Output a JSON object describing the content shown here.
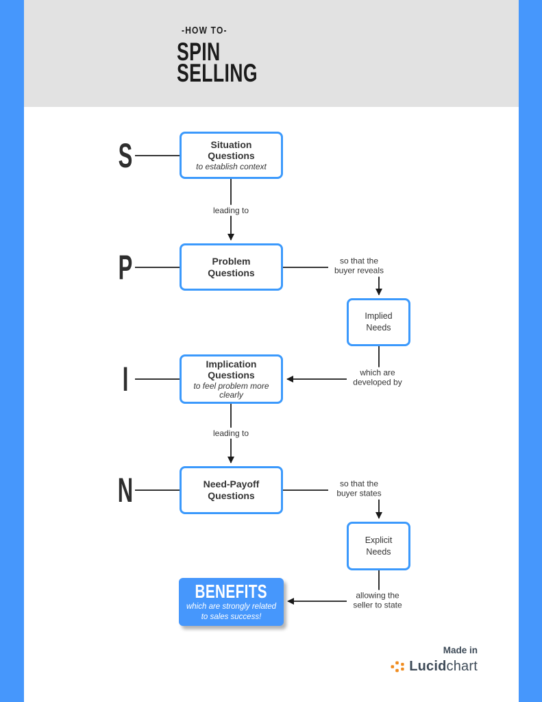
{
  "colors": {
    "accent_blue": "#4697fc",
    "node_border_blue": "#3b99fc",
    "header_bg": "#e2e2e2",
    "ink": "#333333",
    "lucid_orange": "#f08b1e",
    "lucid_navy": "#3d4a57"
  },
  "header": {
    "kicker": "-HOW TO-",
    "title_line1": "SPIN",
    "title_line2": "SELLING"
  },
  "letters": [
    "S",
    "P",
    "I",
    "N"
  ],
  "nodes": {
    "situation": {
      "title": "Situation Questions",
      "subtitle": "to establish context"
    },
    "problem": {
      "title": "Problem Questions"
    },
    "implied": {
      "title": "Implied Needs"
    },
    "implication": {
      "title": "Implication Questions",
      "subtitle": "to feel problem more clearly"
    },
    "need_payoff": {
      "title": "Need-Payoff Questions"
    },
    "explicit": {
      "title": "Explicit Needs"
    },
    "benefits": {
      "title": "BENEFITS",
      "subtitle": "which are strongly related to sales success!"
    }
  },
  "edge_labels": {
    "leading_to_1": "leading to",
    "so_that_reveals": "so that the buyer reveals",
    "developed_by": "which are developed by",
    "leading_to_2": "leading to",
    "so_that_states": "so that the buyer states",
    "allowing_state": "allowing the seller to state"
  },
  "footer": {
    "made_in": "Made in",
    "brand_bold": "Lucid",
    "brand_light": "chart"
  }
}
